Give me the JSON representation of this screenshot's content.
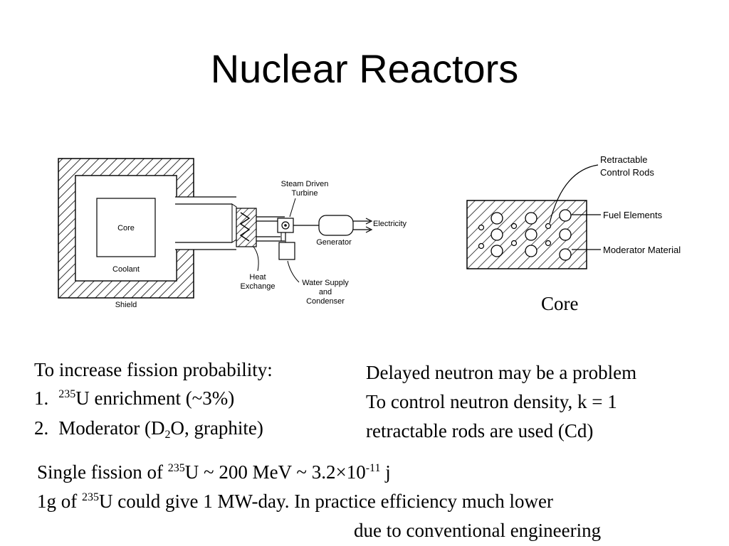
{
  "slide": {
    "title": "Nuclear Reactors"
  },
  "reactor_diagram": {
    "core": "Core",
    "coolant": "Coolant",
    "shield": "Shield",
    "turbine_line1": "Steam Driven",
    "turbine_line2": "Turbine",
    "generator": "Generator",
    "electricity": "Electricity",
    "heat_line1": "Heat",
    "heat_line2": "Exchange",
    "water_line1": "Water Supply",
    "water_line2": "and",
    "water_line3": "Condenser"
  },
  "core_diagram": {
    "rods_line1": "Retractable",
    "rods_line2": "Control Rods",
    "fuel": "Fuel Elements",
    "moderator": "Moderator Material",
    "caption": "Core"
  },
  "left_text": {
    "heading": "To increase fission probability:",
    "item1_num": "1.",
    "item1_sup": "235",
    "item1_text": "U enrichment (~3%)",
    "item2_num": "2.",
    "item2_pre": "Moderator (D",
    "item2_sub": "2",
    "item2_post": "O, graphite)"
  },
  "right_text": {
    "line1": "Delayed neutron may be a problem",
    "line2": "To control neutron density, k = 1",
    "line3": "retractable rods are used (Cd)"
  },
  "bottom_text": {
    "line1_pre": "Single fission of ",
    "line1_sup": "235",
    "line1_mid": "U ~ 200 MeV ~ 3.2×10",
    "line1_exp": "-11",
    "line1_post": " j",
    "line2_pre": "1g of ",
    "line2_sup": "235",
    "line2_post": "U could give 1 MW-day. In practice efficiency much lower",
    "line3": "due to conventional engineering"
  }
}
